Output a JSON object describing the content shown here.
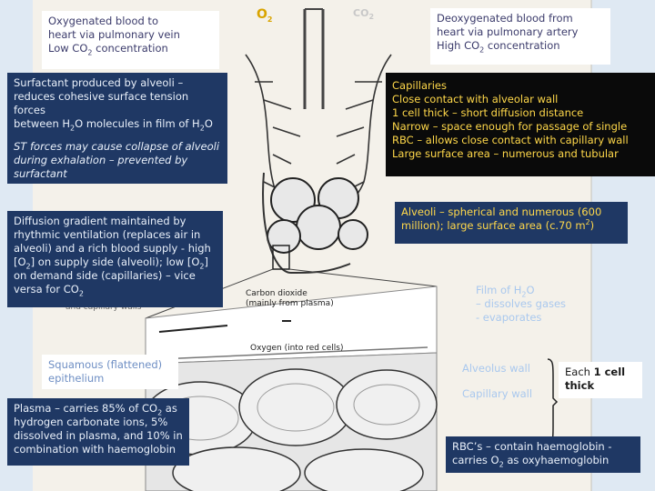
{
  "gases": {
    "o2_left": "O2",
    "co2_top": "CO2"
  },
  "boxes": {
    "oxygenated": [
      "Oxygenated blood to",
      "heart via pulmonary vein",
      "Low CO2 concentration"
    ],
    "deoxygenated": [
      "Deoxygenated blood from",
      "heart via pulmonary artery",
      "High CO2 concentration"
    ],
    "surfactant": [
      "Surfactant produced by alveoli –",
      "reduces cohesive surface tension forces",
      "between H2O molecules in film of H2O"
    ],
    "st_forces": [
      "ST forces may cause collapse of alveoli",
      "during exhalation – prevented by",
      "surfactant"
    ],
    "capillaries": [
      "Capillaries",
      "Close contact with alveolar wall",
      "1 cell thick – short diffusion distance",
      "Narrow – space enough for passage of single",
      "RBC – allows close contact with capillary wall",
      "Large surface area – numerous and tubular"
    ],
    "alveoli": [
      "Alveoli – spherical and numerous (600",
      "million); large surface area (c.70 m2)"
    ],
    "diffusion": [
      "Diffusion gradient maintained by",
      "rhythmic ventilation (replaces air in",
      "alveoli) and a rich blood supply - high",
      "[O2] on supply side (alveoli); low [O2]",
      "on demand side (capillaries) – vice",
      "versa for CO2"
    ],
    "film": [
      "Film of H2O",
      "– dissolves gases",
      "- evaporates"
    ],
    "squamous": [
      "Squamous (flattened)",
      "epithelium"
    ],
    "plasma": [
      "Plasma – carries 85% of CO2 as",
      "hydrogen carbonate ions, 5%",
      "dissolved in plasma, and 10% in",
      "combination with haemoglobin"
    ],
    "rbc": [
      "RBC’s – contain haemoglobin -",
      "carries O2 as oxyhaemoglobin"
    ]
  },
  "walls": {
    "alveolus": "Alveolus wall",
    "capillary": "Capillary wall",
    "each_prefix": "Each ",
    "each_bold": "1 cell",
    "thick": "thick"
  },
  "figure_labels": {
    "co2": "Carbon dioxide",
    "co2_sub": "(mainly from plasma)",
    "oxygen": "Oxygen",
    "oxygen_sub": "(into red cells)",
    "partial": "and capillary walls"
  }
}
